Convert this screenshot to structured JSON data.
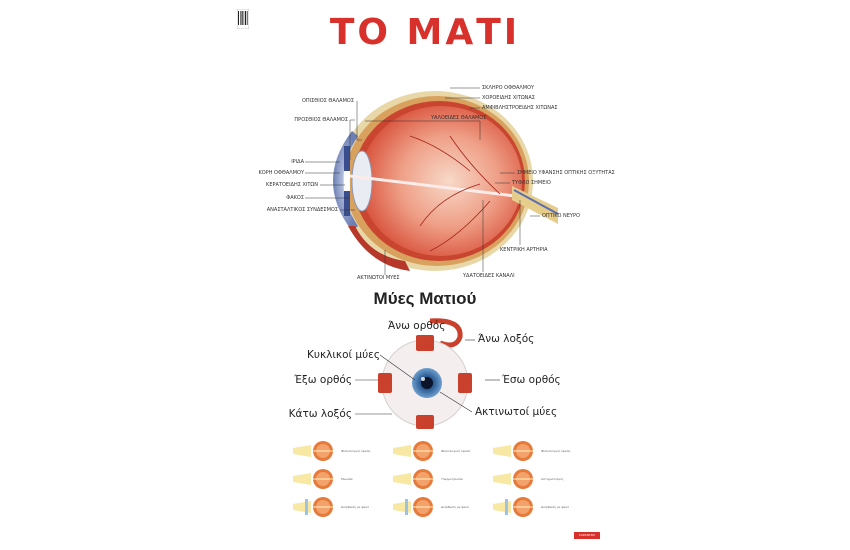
{
  "poster": {
    "title": "ΤΟ ΜΑΤΙ",
    "section_title": "Μύες Ματιού",
    "anatomy_labels": {
      "opisthios_thalamos": "ΟΠΙΣΘΙΟΣ ΘΑΛΑΜΟΣ",
      "prosthios_thalamos": "ΠΡΟΣΘΙΟΣ ΘΑΛΑΜΟΣ",
      "iris": "ΙΡΙΔΑ",
      "kori": "ΚΟΡΗ ΟΦΘΑΛΜΟΥ",
      "keratoeidis": "ΚΕΡΑΤΟΕΙΔΗΣ ΧΙΤΩΝ",
      "fakos": "ΦΑΚΟΣ",
      "anastaltikos": "ΑΝΑΣΤΑΛΤΙΚΟΣ ΣΥΝΔΕΣΜΟΣ",
      "sklhros": "ΣΚΛΗΡΟ ΟΦΘΑΛΜΟΥ",
      "xoroeidis": "ΧΟΡΟΕΙΔΗΣ ΧΙΤΩΝΑΣ",
      "amfiblistroeidis": "ΑΜΦΙΒΛΗΣΤΡΟΕΙΔΗΣ ΧΙΤΩΝΑΣ",
      "yaloeidis": "ΥΑΛΟΕΙΔΕΣ ΘΑΛΑΜΟΣ",
      "simeio_ofthalmikis": "ΣΗΜΕΙΟ ΥΦΑΝΣΗΣ ΟΠΤΙΚΗΣ ΟΞΥΤΗΤΑΣ",
      "tyflo": "ΤΥΦΛΟ ΣΗΜΕΙΟ",
      "optiko_neyro": "ΟΠΤΙΚΟ ΝΕΥΡΟ",
      "kentriki_artiria": "ΚΕΝΤΡΙΚΗ ΑΡΤΗΡΙΑ",
      "aktinotoi_mies": "ΑΚΤΙΝΩΤΟΙ ΜΥΕΣ",
      "ydatoeidis": "ΥΔΑΤΟΕΙΔΕΣ ΚΑΝΑΛΙ"
    },
    "muscle_labels": {
      "ano_orthos": "Άνω ορθός",
      "ano_loksos": "Άνω λοξός",
      "kyklikoi": "Κυκλικοί μύες",
      "ekso_orthos": "Έξω ορθός",
      "eso_orthos": "Έσω ορθός",
      "kato_loksos": "Κάτω λοξός",
      "aktinotoi": "Ακτινωτοί μύες"
    },
    "vision_captions": [
      "Φυσιολογική όραση",
      "Μυωπία",
      "Διόρθωση με φακό",
      "Φυσιολογική όραση",
      "Υπερμετρωπία",
      "Διόρθωση με φακό",
      "Φυσιολογική όραση",
      "Αστιγματισμός",
      "Διόρθωση με φακό"
    ],
    "publisher": "ΣΑΡΑΝΤΟΣ",
    "colors": {
      "title": "#d8312b",
      "muscle": "#c9412d",
      "lens": "#f0c37a"
    }
  }
}
